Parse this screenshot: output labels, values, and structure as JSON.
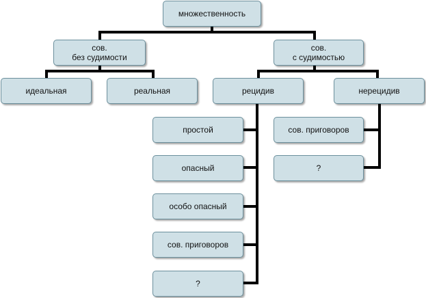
{
  "nodes": {
    "root": "множественность",
    "no_conviction": [
      "сов.",
      "без судимости"
    ],
    "with_conviction": [
      "сов.",
      "с судимостью"
    ],
    "ideal": "идеальная",
    "real": "реальная",
    "recidive": "рецидив",
    "non_recidive": "нерецидив",
    "simple": "простой",
    "dangerous": "опасный",
    "very_dangerous": "особо опасный",
    "sentences_left": "сов. приговоров",
    "question_left": "?",
    "sentences_right": "сов. приговоров",
    "question_right": "?"
  },
  "colors": {
    "box_fill": "#cfe0e6",
    "box_border": "#6b8f9c",
    "connector": "#000000"
  }
}
